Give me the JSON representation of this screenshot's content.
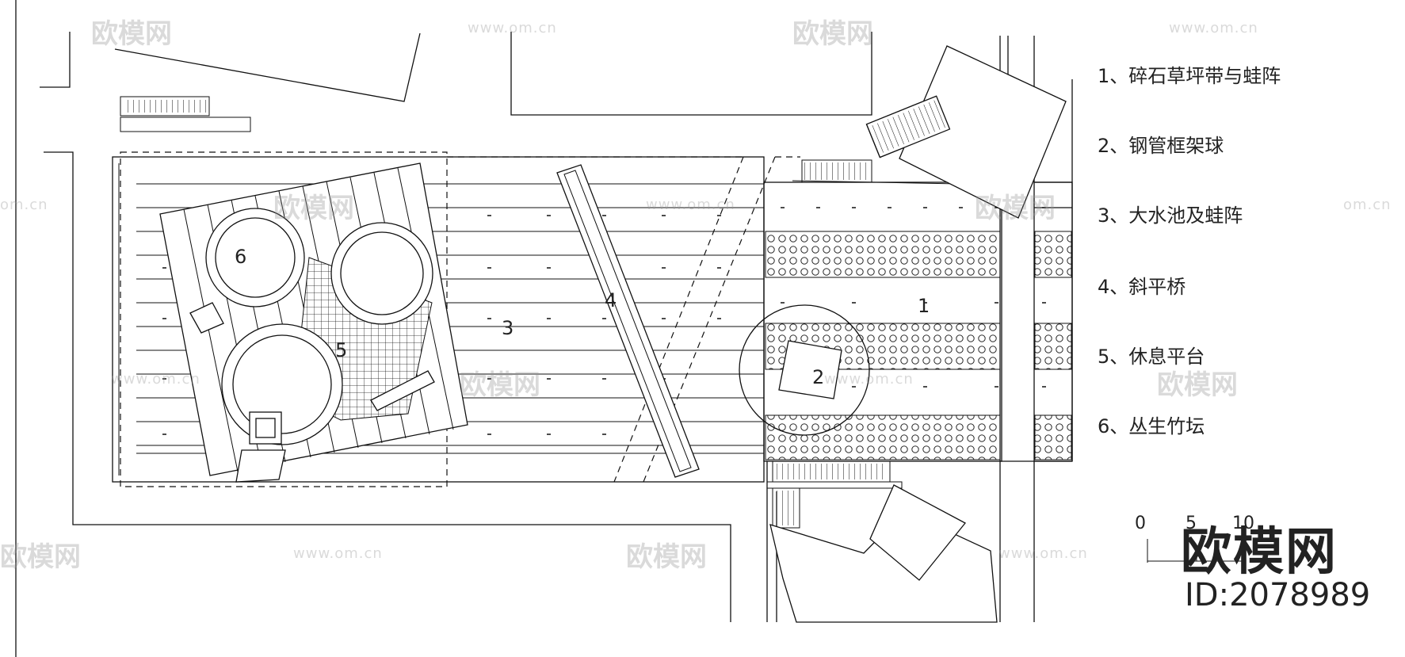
{
  "legend": {
    "items": [
      "1、碎石草坪带与蛙阵",
      "2、钢管框架球",
      "3、大水池及蛙阵",
      "4、斜平桥",
      "5、休息平台",
      "6、丛生竹坛"
    ]
  },
  "plan_numbers": {
    "n1": "1",
    "n2": "2",
    "n3": "3",
    "n4": "4",
    "n5": "5",
    "n6": "6"
  },
  "scale_bar": {
    "t0": "0",
    "t5": "5",
    "t10": "10"
  },
  "watermark": {
    "brand": "欧模网",
    "url": "www.om.cn",
    "url2": "om.cn",
    "id": "ID:2078989"
  },
  "colors": {
    "line": "#111111",
    "background": "#ffffff",
    "watermark": "#969696"
  }
}
